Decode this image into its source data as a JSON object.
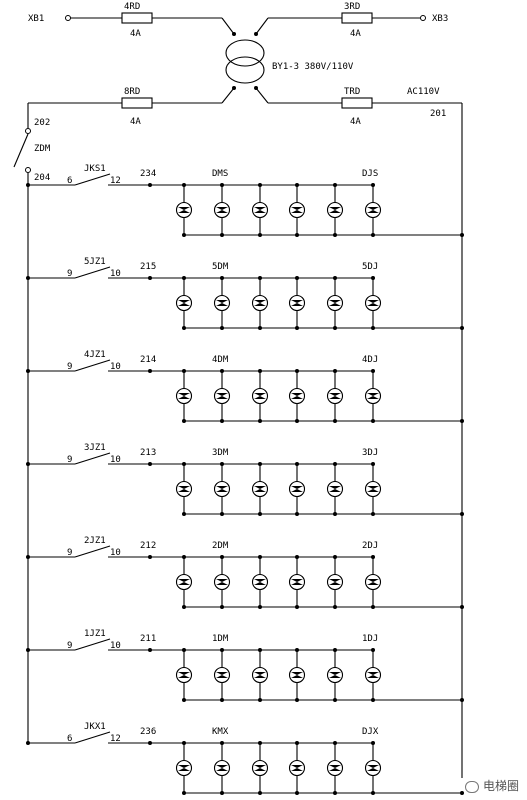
{
  "terminals": {
    "left": "XB1",
    "right": "XB3"
  },
  "fuses": {
    "top_left": {
      "name": "4RD",
      "rating": "4A"
    },
    "top_right": {
      "name": "3RD",
      "rating": "4A"
    },
    "bottom_left": {
      "name": "8RD",
      "rating": "4A"
    },
    "bottom_right": {
      "name": "TRD",
      "rating": "4A"
    }
  },
  "transformer": {
    "label": "BY1-3 380V/110V"
  },
  "supply": {
    "label": "AC110V",
    "node": "201"
  },
  "main_switch": {
    "name": "ZDM",
    "node_in": "202",
    "node_out": "204"
  },
  "rows": [
    {
      "switch": "JKS1",
      "pin_in": "6",
      "pin_out": "12",
      "node": "234",
      "lamp_start": "DMS",
      "lamp_end": "DJS"
    },
    {
      "switch": "5JZ1",
      "pin_in": "9",
      "pin_out": "10",
      "node": "215",
      "lamp_start": "5DM",
      "lamp_end": "5DJ"
    },
    {
      "switch": "4JZ1",
      "pin_in": "9",
      "pin_out": "10",
      "node": "214",
      "lamp_start": "4DM",
      "lamp_end": "4DJ"
    },
    {
      "switch": "3JZ1",
      "pin_in": "9",
      "pin_out": "10",
      "node": "213",
      "lamp_start": "3DM",
      "lamp_end": "3DJ"
    },
    {
      "switch": "2JZ1",
      "pin_in": "9",
      "pin_out": "10",
      "node": "212",
      "lamp_start": "2DM",
      "lamp_end": "2DJ"
    },
    {
      "switch": "1JZ1",
      "pin_in": "9",
      "pin_out": "10",
      "node": "211",
      "lamp_start": "1DM",
      "lamp_end": "1DJ"
    },
    {
      "switch": "JKX1",
      "pin_in": "6",
      "pin_out": "12",
      "node": "236",
      "lamp_start": "KMX",
      "lamp_end": "DJX"
    }
  ],
  "watermark": {
    "text": "电梯圈"
  }
}
